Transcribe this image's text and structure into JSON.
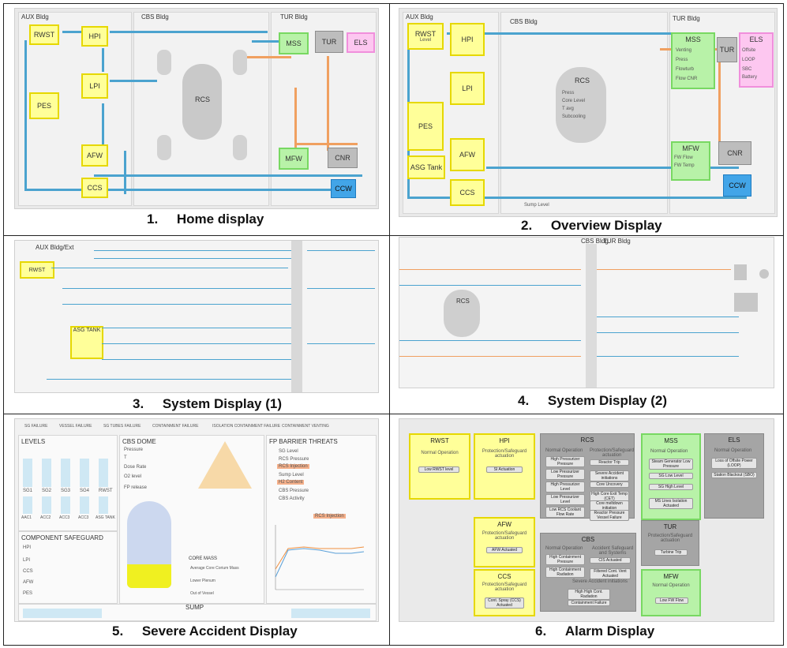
{
  "captions": [
    {
      "num": "1.",
      "title": "Home display"
    },
    {
      "num": "2.",
      "title": "Overview Display"
    },
    {
      "num": "3.",
      "title": "System Display (1)"
    },
    {
      "num": "4.",
      "title": "System Display (2)"
    },
    {
      "num": "5.",
      "title": "Severe Accident Display"
    },
    {
      "num": "6.",
      "title": "Alarm Display"
    }
  ],
  "home": {
    "aux": "AUX Bldg",
    "cbs": "CBS Bldg",
    "tur": "TUR Bldg",
    "rwst": "RWST",
    "hpi": "HPI",
    "lpi": "LPI",
    "pes": "PES",
    "afw": "AFW",
    "ccs": "CCS",
    "rcs": "RCS",
    "mss": "MSS",
    "turb": "TUR",
    "els": "ELS",
    "mfw": "MFW",
    "cnr": "CNR",
    "ccw": "CCW"
  },
  "overview": {
    "aux": "AUX Bldg",
    "cbs": "CBS Bldg",
    "tur": "TUR Bldg",
    "rwst": "RWST",
    "level": "Level",
    "hpi": "HPI",
    "lpi": "LPI",
    "pes": "PES",
    "afw": "AFW",
    "asg": "ASG Tank",
    "ccs": "CCS",
    "rcs": "RCS",
    "mss": "MSS",
    "turb": "TUR",
    "els": "ELS",
    "mfw": "MFW",
    "cnr": "CNR",
    "ccw": "CCW",
    "rcs_rows": [
      "Press",
      "Core Level",
      "T avg",
      "Subcooling"
    ],
    "mss_rows": [
      "Venting",
      "Press",
      "Flowturb",
      "Flow CNR"
    ],
    "els_rows": [
      "Offsite",
      "LOOP",
      "SBC",
      "Battery"
    ],
    "mfw_rows": [
      "FW Flow",
      "FW Temp"
    ],
    "sump": "Sump Level"
  },
  "sys1": {
    "aux": "AUX Bldg/Ext",
    "rwst": "RWST",
    "asg": "ASG TANK"
  },
  "sys2": {
    "cbs": "CBS Bldg",
    "tur": "TUR Bldg",
    "rcs": "RCS"
  },
  "severe": {
    "top_labels": [
      "SG FAILURE",
      "VESSEL FAILURE",
      "SG TUBES FAILURE",
      "CONTAINMENT FAILURE",
      "ISOLATION CONTAINMENT FAILURE",
      "CONTAINMENT VENTING"
    ],
    "levels": "LEVELS",
    "level_cols": [
      "SG1",
      "SG2",
      "SG3",
      "SG4",
      "RWST"
    ],
    "acc_cols": [
      "AAC1",
      "ACC2",
      "ACC3",
      "ACC3",
      "ASG TANK"
    ],
    "comp": "COMPONENT SAFEGUARD",
    "comp_rows": [
      "HPI",
      "LPI",
      "CCS",
      "AFW",
      "PES"
    ],
    "dome": "CBS DOME",
    "dome_rows": [
      "Pressure",
      "T",
      "Dose Rate",
      "O2 level",
      "FP release"
    ],
    "core_mass": "CORE MASS",
    "core_rows": [
      "Average Core Corium Mass",
      "Lower Plenum",
      "Out of Vessel"
    ],
    "fp": "FP BARRIER THREATS",
    "fp_rows": [
      "SG Level",
      "RCS Pressure",
      "RCS Injection",
      "Sump Level",
      "H2 Content",
      "CBS Pressure",
      "CBS Activity"
    ],
    "rcs_inj": "RCS Injection",
    "sump": "SUMP"
  },
  "alarm": {
    "rwst": "RWST",
    "hpi": "HPI",
    "rcs": "RCS",
    "mss": "MSS",
    "els": "ELS",
    "afw": "AFW",
    "cbs": "CBS",
    "ccs": "CCS",
    "tur": "TUR",
    "mfw": "MFW",
    "rwst_msg": "Normal Operation",
    "rwst_btn": "Low RWST level",
    "hpi_msg": "Protection/Safeguard actuation",
    "hpi_btn": "SI Actuation",
    "rcs_msg": "Normal Operation",
    "rcs_btns": [
      "High Pressurizer Pressure",
      "Low Pressurizer Pressure",
      "High Pressurizer Level",
      "Low Pressurizer Level",
      "Low RCS Coolant Flow Rate",
      "Protection/Safeguard actuation",
      "Reactor Trip",
      "Severe Accident initiations",
      "Core Uncovery",
      "High Core Exit Temp (CET)",
      "Core meltdown initiation",
      "Reactor Pressure Vessel Failure"
    ],
    "mss_msg": "Normal Operation",
    "mss_btns": [
      "Steam Generator Low Pressure",
      "SG Low Level",
      "SG High Level",
      "MS Lines Isolation Actuated"
    ],
    "els_msg": "Normal Operation",
    "els_btns": [
      "Loss of Offsite Power (LOOP)",
      "Station Blackout (SBO)"
    ],
    "afw_msg": "Protection/Safeguard actuation",
    "afw_btn": "AFW Actuated",
    "cbs_msg": "Normal Operation",
    "cbs_btns": [
      "High Containment Pressure",
      "High Containment Radiation",
      "Accident Safeguard and Systems",
      "CIS Actuated",
      "Filtered Cont. Vent Actuated",
      "Severe Accident initiations",
      "High High Cont. Radiation",
      "Containment Failure"
    ],
    "ccs_msg": "Protection/Safeguard actuation",
    "ccs_btn": "Cont. Spray (CCS) Actuated",
    "tur_msg": "Protection/Safeguard actuation",
    "tur_btn": "Turbine Trip",
    "mfw_msg": "Normal Operation",
    "mfw_btn": "Low FW Flow"
  }
}
